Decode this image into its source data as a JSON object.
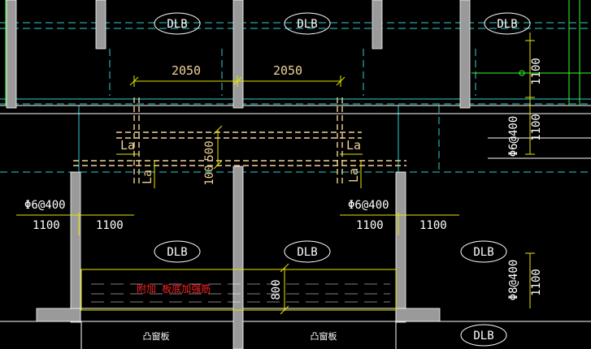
{
  "drawing": {
    "slab_labels": [
      "DLB",
      "DLB",
      "DLB",
      "DLB",
      "DLB",
      "DLB",
      "DLB"
    ],
    "dimensions": {
      "span_left": "2050",
      "span_right": "2050",
      "anchor_len": "La",
      "vertical_500": "500",
      "vertical_100": "100",
      "vertical_800": "800",
      "rebar_1100": "1100"
    },
    "rebar_specs": {
      "left": "Φ6@400",
      "middle": "Φ6@400",
      "right_upper": "Φ6@400",
      "right_lower": "Φ8@400"
    },
    "notes": {
      "red_note": "附加 板底加强筋",
      "bottom_left": "凸窗板",
      "bottom_right": "凸窗板"
    },
    "colors": {
      "background": "#000000",
      "axis_lines": "#2fd0d0",
      "dimension_yellow": "#f2d296",
      "dim_lines": "#e6e600",
      "wall_fill": "#9a9a9a",
      "red_note": "#ff2020",
      "green_lines": "#33ff33"
    }
  }
}
